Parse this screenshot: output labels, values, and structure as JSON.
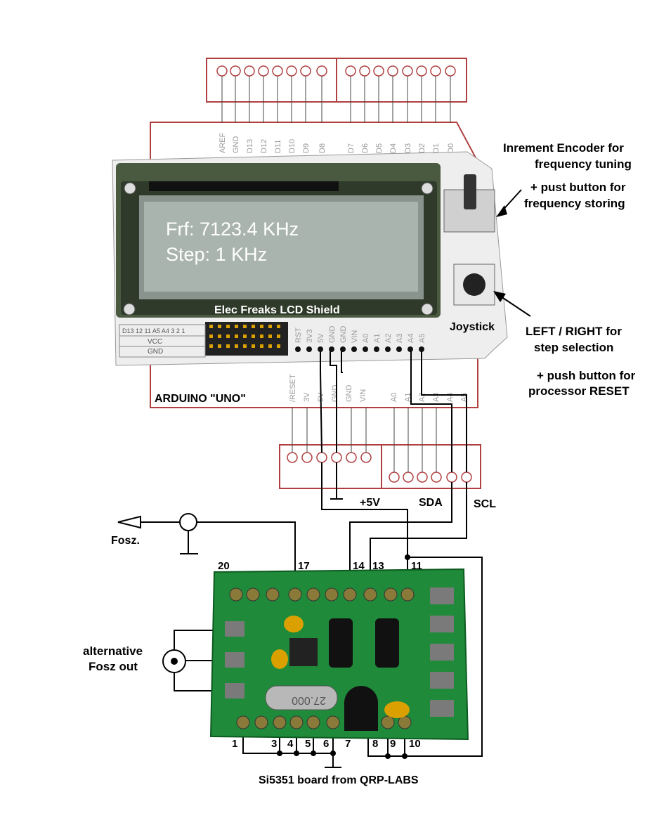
{
  "lcd": {
    "line1": "Frf: 7123.4 KHz",
    "line2": "Step: 1 KHz",
    "shield_label": "Elec Freaks LCD Shield"
  },
  "labels": {
    "encoder_1": "Inrement Encoder  for",
    "encoder_2": "frequency tuning",
    "encoder_3": "+ pust button for",
    "encoder_4": "frequency storing",
    "joystick": "Joystick",
    "lr_1": "LEFT / RIGHT for",
    "lr_2": "step selection",
    "reset_1": "+ push button for",
    "reset_2": "processor RESET",
    "arduino": "ARDUINO \"UNO\"",
    "plus5v": "+5V",
    "sda": "SDA",
    "scl": "SCL",
    "fosz": "Fosz.",
    "alt_1": "alternative",
    "alt_2": "Fosz out",
    "board": "Si5351 board from QRP-LABS",
    "crystal": "27.000"
  },
  "pin_numbers": {
    "top": [
      "20",
      "17",
      "14",
      "13",
      "11"
    ],
    "bottom": [
      "1",
      "3",
      "4",
      "5",
      "6",
      "7",
      "8",
      "9",
      "10"
    ]
  },
  "header_pins": {
    "digital_left": [
      "AREF",
      "GND",
      "D13",
      "D12",
      "D11",
      "D10",
      "D9",
      "D8"
    ],
    "digital_right": [
      "D7",
      "D6",
      "D5",
      "D4",
      "D3",
      "D2",
      "D1",
      "D0"
    ],
    "power": [
      "/RESET",
      "3V",
      "5V",
      "GND",
      "GND",
      "VIN"
    ],
    "analog": [
      "A0",
      "A1",
      "A2",
      "A3",
      "A4",
      "A5"
    ],
    "shield_power": [
      "RST",
      "3V3",
      "5V",
      "GND",
      "GND",
      "VIN"
    ],
    "shield_analog": [
      "A0",
      "A1",
      "A2",
      "A3",
      "A4",
      "A5"
    ],
    "shield_row": "D13 12 11 A5 A4 3 2 1",
    "vcc": "VCC",
    "gnd": "GND"
  },
  "colors": {
    "board_outline": "#b04040",
    "wire": "#000000",
    "pcb_green": "#1f8a3a",
    "lcd_frame": "#2f3a2a",
    "lcd_screen": "#aab4ae",
    "shield_white": "#eeeeee"
  }
}
